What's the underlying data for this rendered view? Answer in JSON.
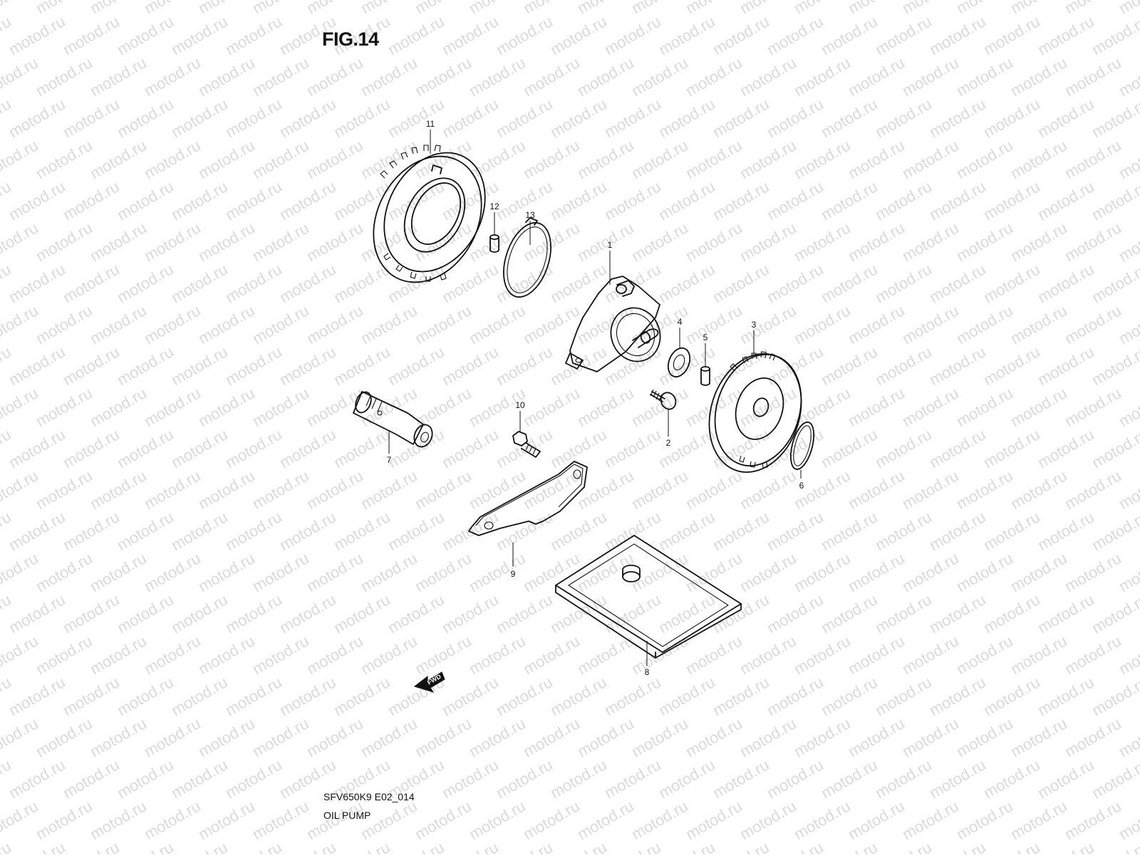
{
  "figure": {
    "title": "FIG.14",
    "drawing_code": "SFV650K9 E02_014",
    "caption": "OIL PUMP"
  },
  "watermark": {
    "text": "motod.ru",
    "color": "#dadada"
  },
  "parts": [
    {
      "id": "part-1",
      "label": "1",
      "name": "pump-body"
    },
    {
      "id": "part-2",
      "label": "2",
      "name": "screw"
    },
    {
      "id": "part-3",
      "label": "3",
      "name": "driven-gear"
    },
    {
      "id": "part-4",
      "label": "4",
      "name": "washer"
    },
    {
      "id": "part-5",
      "label": "5",
      "name": "pin"
    },
    {
      "id": "part-6",
      "label": "6",
      "name": "circlip"
    },
    {
      "id": "part-7",
      "label": "7",
      "name": "oil-pressure-switch"
    },
    {
      "id": "part-8",
      "label": "8",
      "name": "oil-strainer"
    },
    {
      "id": "part-9",
      "label": "9",
      "name": "gasket-plate"
    },
    {
      "id": "part-10",
      "label": "10",
      "name": "bolt"
    },
    {
      "id": "part-11",
      "label": "11",
      "name": "drive-gear"
    },
    {
      "id": "part-12",
      "label": "12",
      "name": "pin"
    },
    {
      "id": "part-13",
      "label": "13",
      "name": "circlip"
    }
  ],
  "direction_marker": {
    "text": "FWD"
  }
}
